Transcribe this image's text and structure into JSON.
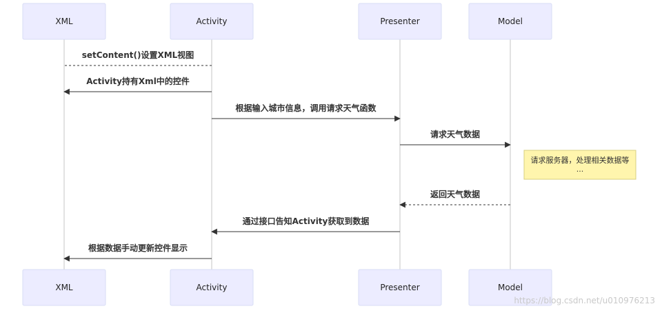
{
  "participants": [
    {
      "id": "xml",
      "label": "XML"
    },
    {
      "id": "activity",
      "label": "Activity"
    },
    {
      "id": "presenter",
      "label": "Presenter"
    },
    {
      "id": "model",
      "label": "Model"
    }
  ],
  "messages": [
    {
      "from": "activity",
      "to": "xml",
      "label": "setContent()设置XML视图",
      "style": "dashed",
      "arrow": "none"
    },
    {
      "from": "activity",
      "to": "xml",
      "label": "Activity持有Xml中的控件",
      "style": "solid",
      "arrow": "filled"
    },
    {
      "from": "activity",
      "to": "presenter",
      "label": "根据输入城市信息，调用请求天气函数",
      "style": "solid",
      "arrow": "filled"
    },
    {
      "from": "presenter",
      "to": "model",
      "label": "请求天气数据",
      "style": "solid",
      "arrow": "filled"
    },
    {
      "from": "model",
      "to": "presenter",
      "label": "返回天气数据",
      "style": "dashed",
      "arrow": "filled"
    },
    {
      "from": "presenter",
      "to": "activity",
      "label": "通过接口告知Activity获取到数据",
      "style": "solid",
      "arrow": "filled"
    },
    {
      "from": "activity",
      "to": "xml",
      "label": "根据数据手动更新控件显示",
      "style": "solid",
      "arrow": "filled"
    }
  ],
  "note": {
    "lines": [
      "请求服务器，处理相关数据等",
      "..."
    ],
    "color": "#FFF5AD"
  },
  "watermark": "https://blog.csdn.net/u010976213",
  "colors": {
    "actor_fill": "#ECECFF",
    "note_fill": "#FFF5AD",
    "line": "#333333"
  }
}
